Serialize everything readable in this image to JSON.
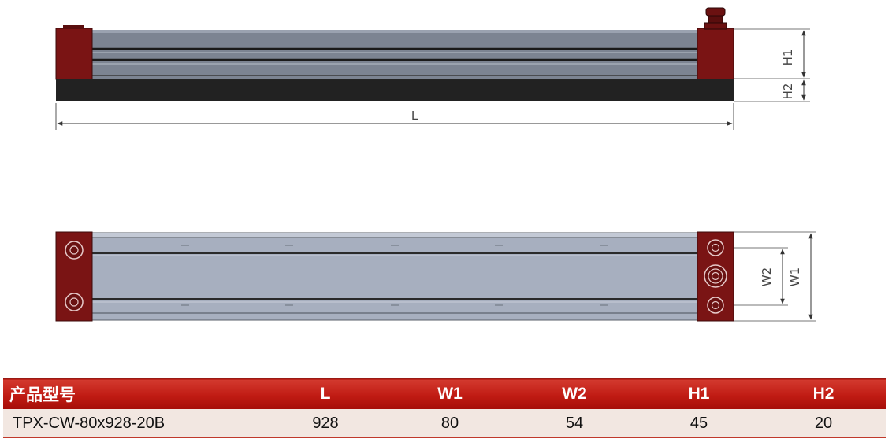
{
  "drawing": {
    "front_view": {
      "dim_length": "L",
      "dim_h1": "H1",
      "dim_h2": "H2"
    },
    "top_view": {
      "dim_w1": "W1",
      "dim_w2": "W2"
    },
    "colors": {
      "end_cap": "#7a1414",
      "body_front": "#7c8492",
      "body_top": "#a7afbf",
      "base": "#222222",
      "header_red": "#c01b13",
      "row_bg": "#f2e7e1"
    }
  },
  "spec_table": {
    "headers": [
      "产品型号",
      "L",
      "W1",
      "W2",
      "H1",
      "H2"
    ],
    "rows": [
      [
        "TPX-CW-80x928-20B",
        "928",
        "80",
        "54",
        "45",
        "20"
      ]
    ]
  }
}
